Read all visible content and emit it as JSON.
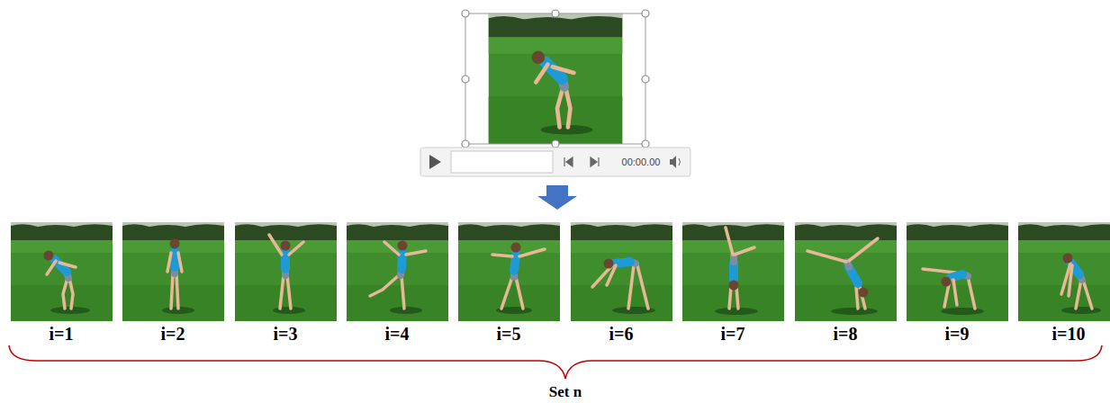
{
  "diagram": {
    "labels": [
      "00:00.00",
      "i=1",
      "i=2",
      "i=3",
      "i=4",
      "i=5",
      "i=6",
      "i=7",
      "i=8",
      "i=9",
      "i=10",
      "Set n"
    ]
  }
}
